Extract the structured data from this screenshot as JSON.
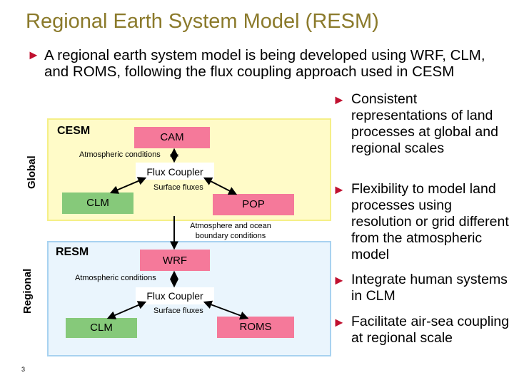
{
  "title": "Regional Earth System Model (RESM)",
  "intro": "A regional earth system model is being developed using WRF, CLM, and ROMS, following the flux coupling approach used in CESM",
  "global": {
    "side_label": "Global",
    "panel_title": "CESM",
    "atm_model": "CAM",
    "atm_conditions": "Atmospheric conditions",
    "coupler": "Flux Coupler",
    "surface_fluxes": "Surface fluxes",
    "land_model": "CLM",
    "ocean_model": "POP"
  },
  "link_label": "Atmosphere and ocean boundary conditions",
  "regional": {
    "side_label": "Regional",
    "panel_title": "RESM",
    "atm_model": "WRF",
    "atm_conditions": "Atmospheric conditions",
    "coupler": "Flux Coupler",
    "surface_fluxes": "Surface fluxes",
    "land_model": "CLM",
    "ocean_model": "ROMS"
  },
  "bullets": [
    "Consistent representations of land processes at global and regional scales",
    "Flexibility to model land processes using resolution or grid different from the atmospheric model",
    "Integrate human systems in CLM",
    "Facilitate air-sea coupling at regional scale"
  ],
  "page_number": "3",
  "colors": {
    "title": "#8b7a2b",
    "bullet": "#c0102f",
    "global_panel": "#fffbc8",
    "regional_panel": "#eaf5fd",
    "atm_box": "#f5799a",
    "land_box": "#86c97a"
  }
}
